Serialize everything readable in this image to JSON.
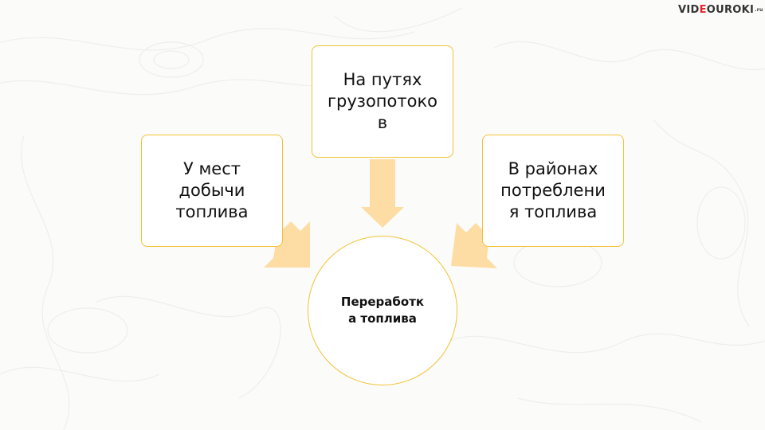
{
  "brand": {
    "logo_prefix": "VID",
    "logo_accent": "E",
    "logo_rest": "OUROKI",
    "logo_suffix": ".ru"
  },
  "diagram": {
    "left_box": "У мест\nдобычи\nтоплива",
    "top_box": "На путях\nгрузопотоко\nв",
    "right_box": "В районах\nпотреблени\nя топлива",
    "center": "Переработк\nа топлива"
  },
  "colors": {
    "border": "#f2c233",
    "arrow": "#fddda3",
    "logo_accent": "#e4262c"
  }
}
